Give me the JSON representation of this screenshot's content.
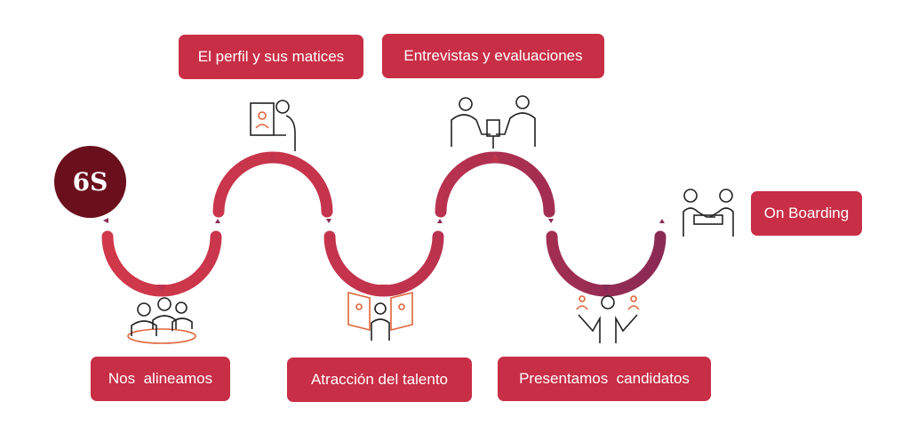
{
  "logo": {
    "text": "6S"
  },
  "steps": [
    {
      "label": "Nos  alineamos",
      "icon": "team-meeting-icon"
    },
    {
      "label": "El perfil y sus matices",
      "icon": "profile-clipboard-icon"
    },
    {
      "label": "Atracción del talento",
      "icon": "talent-attraction-icon"
    },
    {
      "label": "Entrevistas y evaluaciones",
      "icon": "interview-icon"
    },
    {
      "label": "Presentamos  candidatos",
      "icon": "present-candidates-icon"
    },
    {
      "label": "On Boarding",
      "icon": "handshake-icon"
    }
  ],
  "colors": {
    "label_bg": "#c82e45",
    "logo_bg": "#6b0f1c",
    "wave_start": "#d0384a",
    "wave_end": "#8a2a55",
    "icon_accent": "#e0653a"
  }
}
